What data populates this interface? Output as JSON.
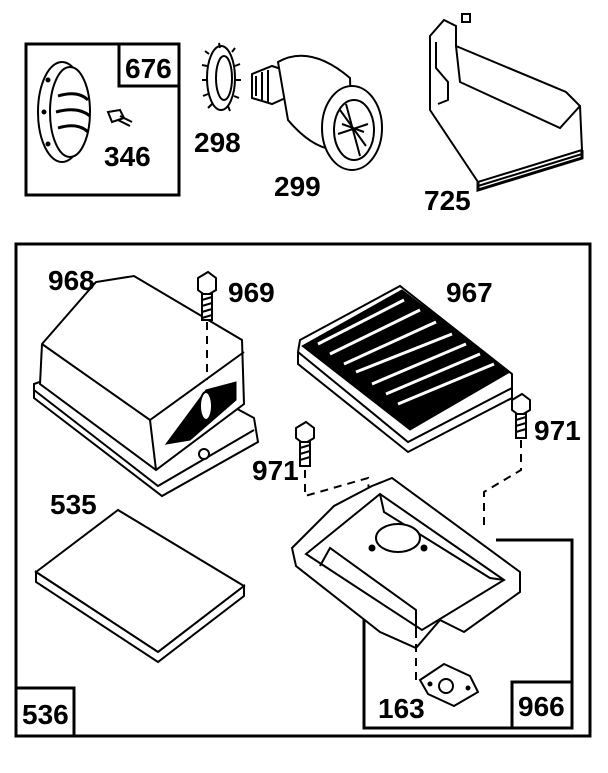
{
  "parts": {
    "p676": "676",
    "p346": "346",
    "p298": "298",
    "p299": "299",
    "p725": "725",
    "p968": "968",
    "p969": "969",
    "p967": "967",
    "p971a": "971",
    "p971b": "971",
    "p535": "535",
    "p536": "536",
    "p163": "163",
    "p966": "966"
  }
}
